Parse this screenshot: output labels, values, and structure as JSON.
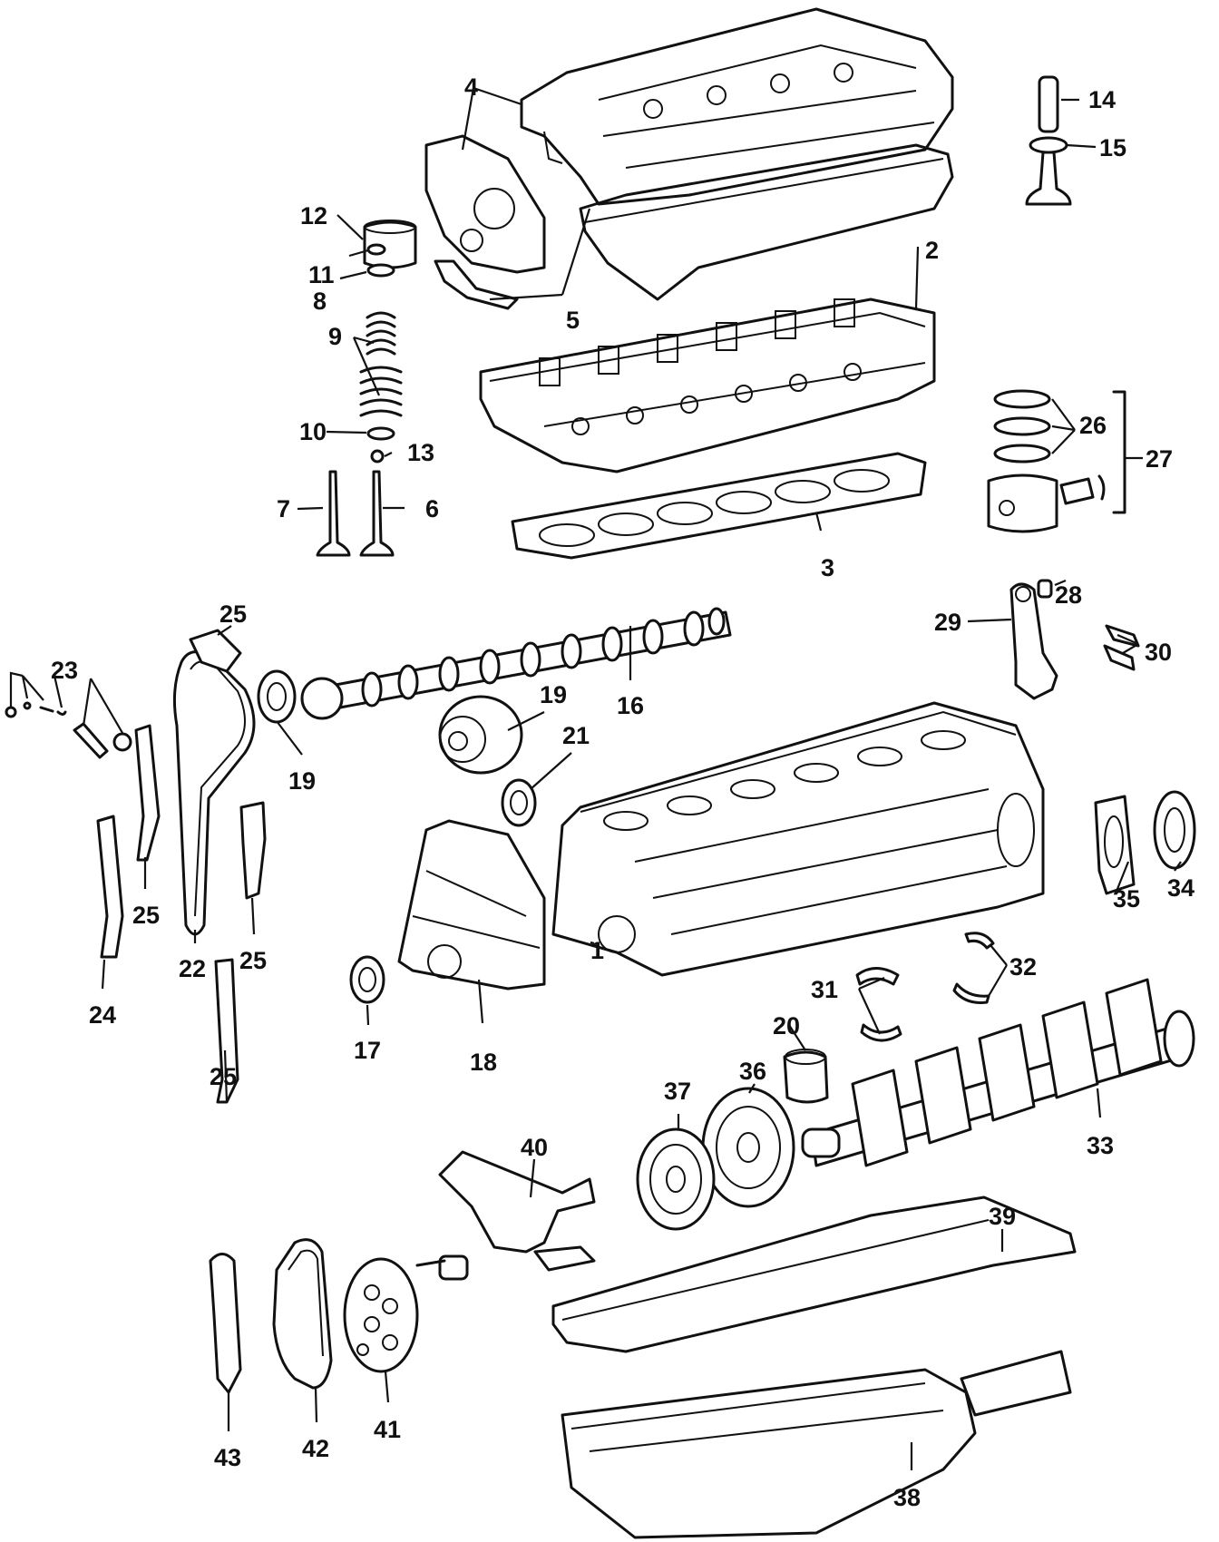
{
  "callouts": [
    {
      "id": "c1",
      "label": "1"
    },
    {
      "id": "c2",
      "label": "2"
    },
    {
      "id": "c3",
      "label": "3"
    },
    {
      "id": "c4",
      "label": "4"
    },
    {
      "id": "c5",
      "label": "5"
    },
    {
      "id": "c6",
      "label": "6"
    },
    {
      "id": "c7",
      "label": "7"
    },
    {
      "id": "c8",
      "label": "8"
    },
    {
      "id": "c9",
      "label": "9"
    },
    {
      "id": "c10",
      "label": "10"
    },
    {
      "id": "c11",
      "label": "11"
    },
    {
      "id": "c12",
      "label": "12"
    },
    {
      "id": "c13",
      "label": "13"
    },
    {
      "id": "c14",
      "label": "14"
    },
    {
      "id": "c15",
      "label": "15"
    },
    {
      "id": "c16",
      "label": "16"
    },
    {
      "id": "c17",
      "label": "17"
    },
    {
      "id": "c18",
      "label": "18"
    },
    {
      "id": "c19a",
      "label": "19"
    },
    {
      "id": "c19b",
      "label": "19"
    },
    {
      "id": "c20",
      "label": "20"
    },
    {
      "id": "c21",
      "label": "21"
    },
    {
      "id": "c22",
      "label": "22"
    },
    {
      "id": "c23",
      "label": "23"
    },
    {
      "id": "c24",
      "label": "24"
    },
    {
      "id": "c25a",
      "label": "25"
    },
    {
      "id": "c25b",
      "label": "25"
    },
    {
      "id": "c25c",
      "label": "25"
    },
    {
      "id": "c25d",
      "label": "25"
    },
    {
      "id": "c26",
      "label": "26"
    },
    {
      "id": "c27",
      "label": "27"
    },
    {
      "id": "c28",
      "label": "28"
    },
    {
      "id": "c29",
      "label": "29"
    },
    {
      "id": "c30",
      "label": "30"
    },
    {
      "id": "c31",
      "label": "31"
    },
    {
      "id": "c32",
      "label": "32"
    },
    {
      "id": "c33",
      "label": "33"
    },
    {
      "id": "c34",
      "label": "34"
    },
    {
      "id": "c35",
      "label": "35"
    },
    {
      "id": "c36",
      "label": "36"
    },
    {
      "id": "c37",
      "label": "37"
    },
    {
      "id": "c38",
      "label": "38"
    },
    {
      "id": "c39",
      "label": "39"
    },
    {
      "id": "c40",
      "label": "40"
    },
    {
      "id": "c41",
      "label": "41"
    },
    {
      "id": "c42",
      "label": "42"
    },
    {
      "id": "c43",
      "label": "43"
    }
  ]
}
